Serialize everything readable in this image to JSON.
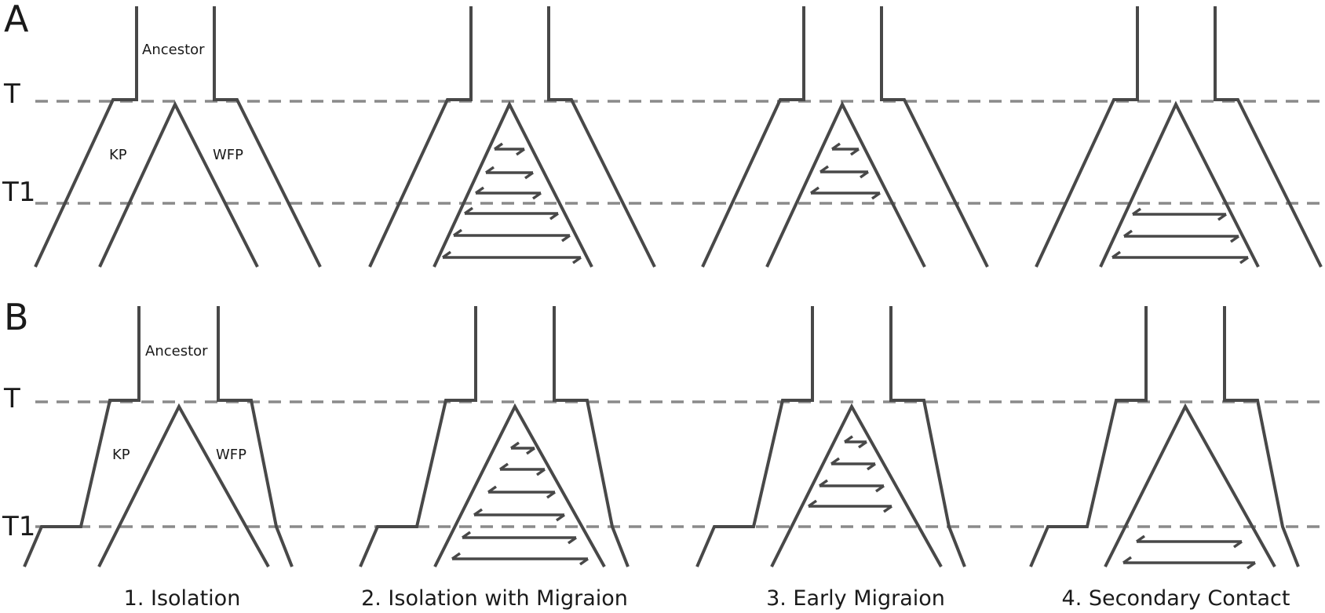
{
  "panels": [
    {
      "letter": "A",
      "time_labels": {
        "t": "T",
        "t1": "T1"
      },
      "ancestor_label": "Ancestor",
      "left_pop_label": "KP",
      "right_pop_label": "WFP"
    },
    {
      "letter": "B",
      "time_labels": {
        "t": "T",
        "t1": "T1"
      },
      "ancestor_label": "Ancestor",
      "left_pop_label": "KP",
      "right_pop_label": "WFP"
    }
  ],
  "models": [
    {
      "title": "1. Isolation",
      "migration": "none"
    },
    {
      "title": "2. Isolation with Migraion",
      "migration": "continuous"
    },
    {
      "title": "3. Early Migraion",
      "migration": "early"
    },
    {
      "title": "4. Secondary Contact",
      "migration": "secondary"
    }
  ],
  "colors": {
    "tree": "#484848",
    "dashed": "#8a8a8a",
    "text": "#1a1a1a"
  }
}
